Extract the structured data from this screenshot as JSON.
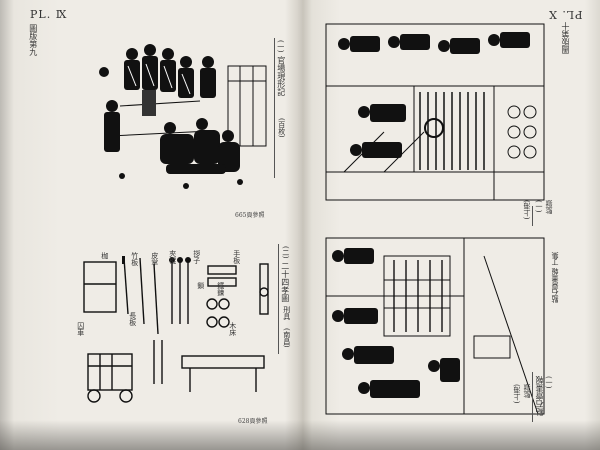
{
  "left_page": {
    "plate_label": "PL. Ⅸ",
    "chapter_title": "圖版第九",
    "fig1": {
      "number": "(一)",
      "title": "官場現形記",
      "note": "(百枚)",
      "caption": "665頁參照"
    },
    "fig2": {
      "number": "(二)",
      "title": "二十四孝圖",
      "note1": "刑具",
      "note2": "(南昌)",
      "caption": "628頁參照"
    },
    "fig2_labels": {
      "top_a": "手板",
      "top_b": "拶子",
      "top_c": "夾棍",
      "top_d": "枷",
      "top_e": "竹板",
      "top_f": "皮掌",
      "mid_a": "鐵鍊",
      "mid_b": "鎖",
      "bot_a": "長板",
      "bot_b": "囚車",
      "bot_c": "木床"
    }
  },
  "right_page": {
    "plate_label": "PL. Ⅹ",
    "chapter_title": "圖版第十",
    "fig1": {
      "number": "(一)",
      "title": "監獄",
      "note": "(上海)"
    },
    "fig2": {
      "number": "(一)",
      "title": "點石齋畫報",
      "note1": "監獄",
      "note2": "(上海)"
    },
    "side_caption": "點石齋畫報 丁集"
  }
}
